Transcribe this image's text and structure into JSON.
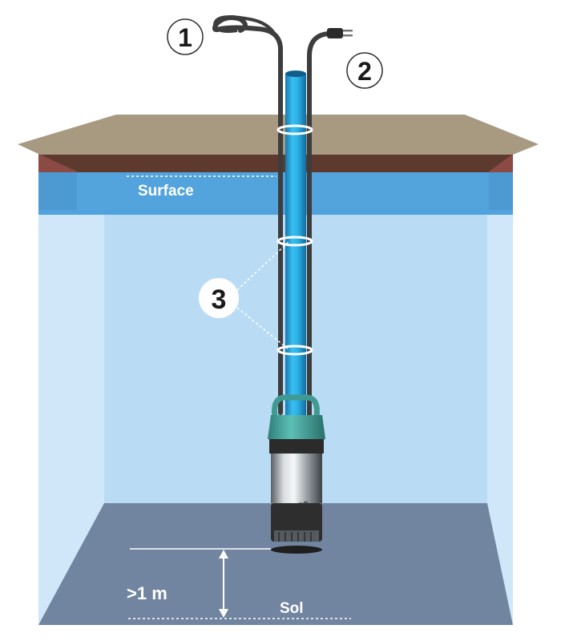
{
  "callouts": {
    "one": "1",
    "two": "2",
    "three": "3"
  },
  "labels": {
    "surface": "Surface",
    "depth": ">1 m",
    "floor": "Sol",
    "pump_brand": "SPIDO"
  },
  "colors": {
    "ground_top": "#a89a80",
    "ground_side": "#5e3a2e",
    "wall_side": "#8b4a44",
    "water_surface": "#4a9edb",
    "water_body": "#a9d1ef",
    "floor": "#7285a0",
    "pipe": "#2aa9e0",
    "cable": "#3d3d3d",
    "pump_cap": "#4aa7a0"
  }
}
